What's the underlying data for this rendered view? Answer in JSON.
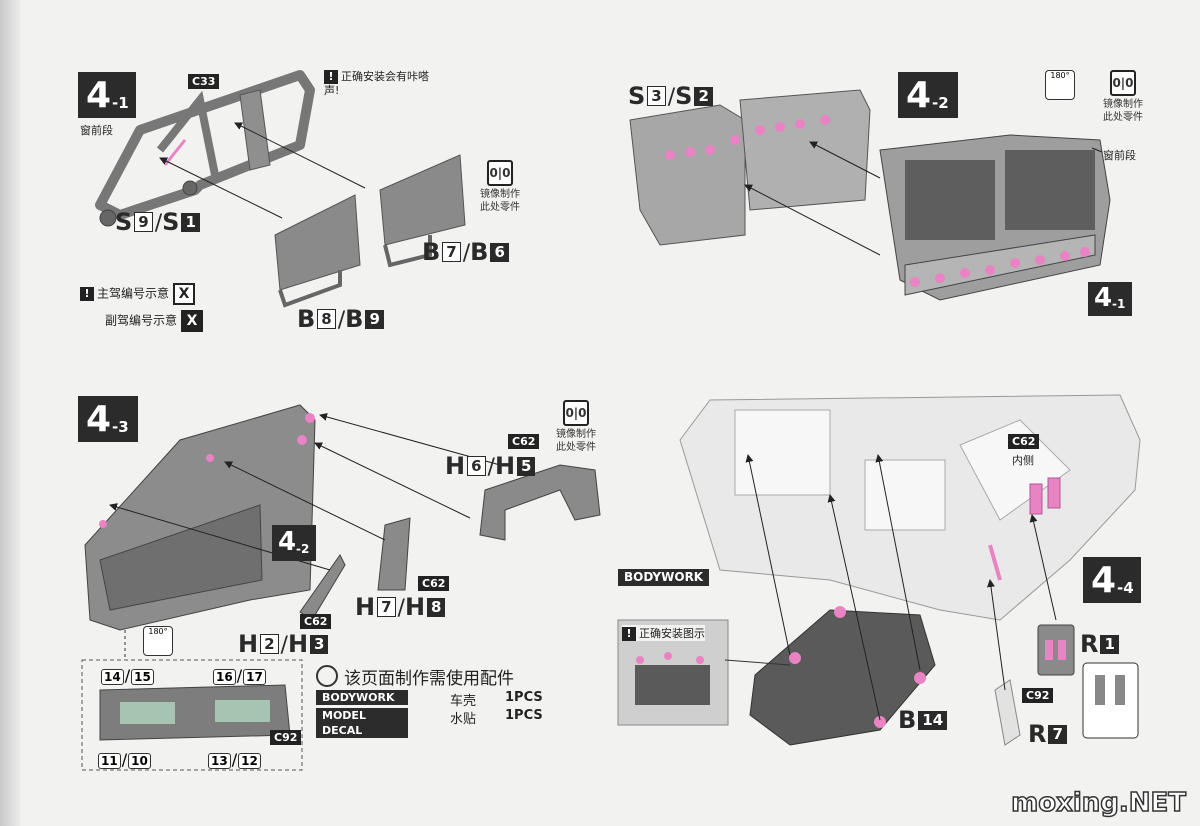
{
  "colors": {
    "part": "#8f8f8f",
    "part_dark": "#6e6e6e",
    "panel": "#5a5a5a",
    "pink": "#e983c4",
    "body": "#e6e6e6",
    "label": "#2a2a2a"
  },
  "icons": {
    "warning": "!",
    "mirror": "0|0",
    "rotate": "180°"
  },
  "s41": {
    "step": "4",
    "sub": "-1",
    "c33": "C33",
    "caption": "窗前段",
    "warn": "正确安装会有咔嗒声!",
    "part_a": {
      "l1": "S",
      "n1": "9",
      "l2": "S",
      "n2": "1"
    },
    "part_b": {
      "l1": "B",
      "n1": "7",
      "l2": "B",
      "n2": "6"
    },
    "part_c": {
      "l1": "B",
      "n1": "8",
      "l2": "B",
      "n2": "9"
    },
    "mirror": "镜像制作\n此处零件",
    "driver": "主驾编号示意",
    "passenger": "副驾编号示意",
    "xmark": "X"
  },
  "s42": {
    "step": "4",
    "sub": "-2",
    "part": {
      "l1": "S",
      "n1": "3",
      "l2": "S",
      "n2": "2"
    },
    "rotate": "180°",
    "mirror": "镜像制作\n此处零件",
    "caption": "窗前段",
    "ref": {
      "step": "4",
      "sub": "-1"
    }
  },
  "s43": {
    "step": "4",
    "sub": "-3",
    "c62a": "C62",
    "c62b": "C62",
    "c62c": "C62",
    "c92": "C92",
    "rotate": "180°",
    "mirror": "镜像制作\n此处零件",
    "h65": {
      "l1": "H",
      "n1": "6",
      "l2": "H",
      "n2": "5"
    },
    "h78": {
      "l1": "H",
      "n1": "7",
      "l2": "H",
      "n2": "8"
    },
    "h23": {
      "l1": "H",
      "n1": "2",
      "l2": "H",
      "n2": "3"
    },
    "ref": {
      "step": "4",
      "sub": "-2"
    },
    "decals_top": [
      "14",
      "15",
      "16",
      "17"
    ],
    "decals_bottom": [
      "11",
      "10",
      "13",
      "12"
    ]
  },
  "materials": {
    "title": "该页面制作需使用配件",
    "rows": [
      {
        "tag": "BODYWORK",
        "name": "车壳",
        "qty": "1PCS"
      },
      {
        "tag": "MODEL DECAL",
        "name": "水贴",
        "qty": "1PCS"
      }
    ]
  },
  "s44": {
    "step": "4",
    "sub": "-4",
    "c62": "C62",
    "inside": "内侧",
    "bodywork": "BODYWORK",
    "correct": "正确安装图示",
    "b14": {
      "l": "B",
      "n": "14"
    },
    "r1": {
      "l": "R",
      "n": "1"
    },
    "r7": {
      "l": "R",
      "n": "7"
    },
    "c92": "C92"
  },
  "watermark": "moxing.NET"
}
